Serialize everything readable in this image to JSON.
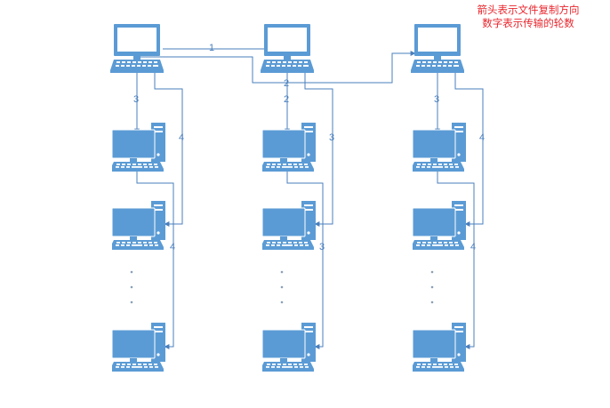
{
  "legend": {
    "line1": "箭头表示文件复制方向",
    "line2": "数字表示传输的轮数",
    "color": "#e8262d"
  },
  "colors": {
    "monitor": "#5b9bd5",
    "line": "#4a7fbd",
    "tower": "#5b9bd5"
  },
  "labels": {
    "round_top": "1",
    "round_mid": "2",
    "col1_r3": "3",
    "col1_r4_a": "4",
    "col1_r4_b": "4",
    "col2_r2": "2",
    "col2_r3_a": "3",
    "col2_r3_b": "3",
    "col3_r3": "3",
    "col3_r4_a": "4",
    "col3_r4_b": "4"
  },
  "icons": {
    "server": "laptop-icon",
    "client": "desktop-computer-icon",
    "ellipsis": "vertical-dots"
  }
}
